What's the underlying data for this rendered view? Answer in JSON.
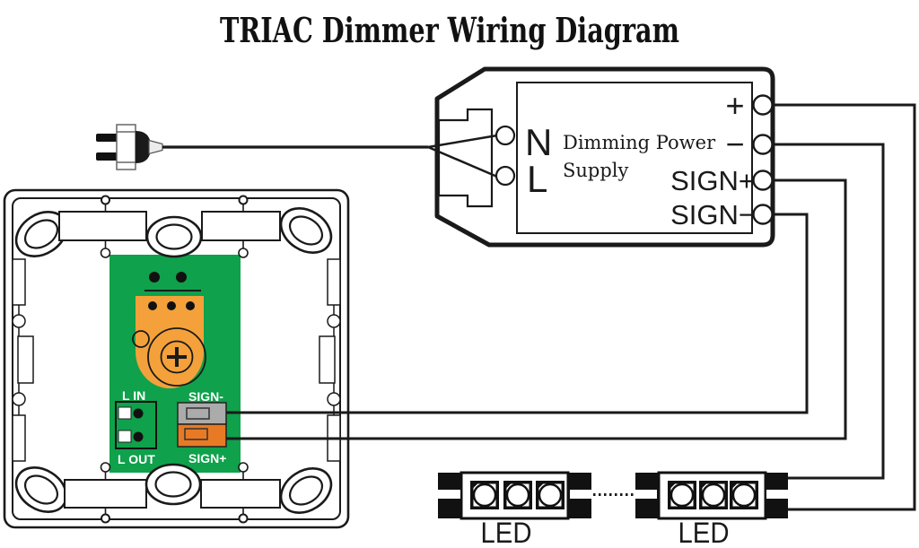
{
  "title": "TRIAC Dimmer Wiring Diagram",
  "colors": {
    "outline": "#1a1a1a",
    "pcb_green": "#0fa14b",
    "dial_orange": "#f4a13b",
    "sign_minus_gray": "#ababab",
    "sign_plus_orange": "#e87a25"
  },
  "power_supply": {
    "label_line1": "Dimming Power",
    "label_line2": "Supply",
    "terminal_n": "N",
    "terminal_l": "L",
    "terminal_plus": "+",
    "terminal_minus": "−",
    "terminal_sign_plus": "SIGN+",
    "terminal_sign_minus": "SIGN−"
  },
  "dimmer": {
    "label_l_in": "L IN",
    "label_l_out": "L OUT",
    "label_sign_minus": "SIGN-",
    "label_sign_plus": "SIGN+"
  },
  "led_strips": [
    {
      "label": "LED"
    },
    {
      "label": "LED"
    }
  ]
}
